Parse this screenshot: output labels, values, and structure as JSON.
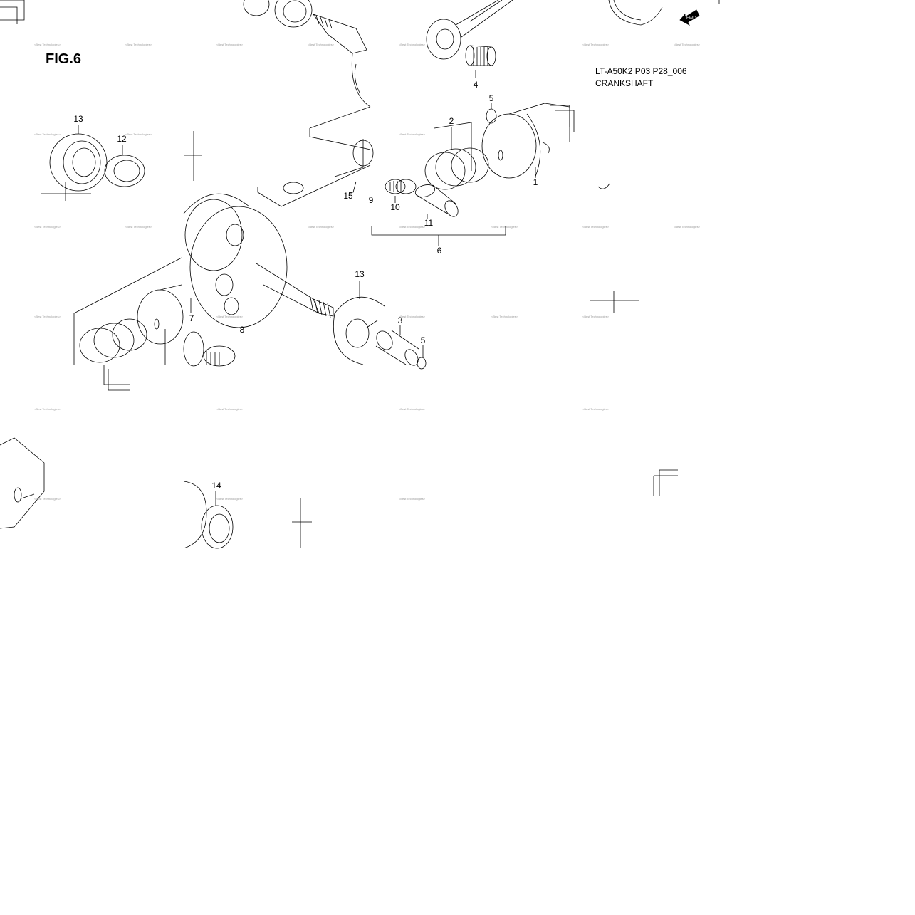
{
  "figure": {
    "title": "FIG.6",
    "model_code": "LT-A50K2 P03 P28_006",
    "section_name": "CRANKSHAFT",
    "fwd_label": "FWD",
    "watermark": "<Best Technologies>"
  },
  "callouts": [
    {
      "id": "1"
    },
    {
      "id": "2"
    },
    {
      "id": "3"
    },
    {
      "id": "4"
    },
    {
      "id": "5"
    },
    {
      "id": "5"
    },
    {
      "id": "6"
    },
    {
      "id": "7"
    },
    {
      "id": "8"
    },
    {
      "id": "9"
    },
    {
      "id": "10"
    },
    {
      "id": "11"
    },
    {
      "id": "12"
    },
    {
      "id": "13"
    },
    {
      "id": "13"
    },
    {
      "id": "14"
    },
    {
      "id": "15"
    }
  ],
  "colors": {
    "line": "#000000",
    "background": "#ffffff"
  }
}
